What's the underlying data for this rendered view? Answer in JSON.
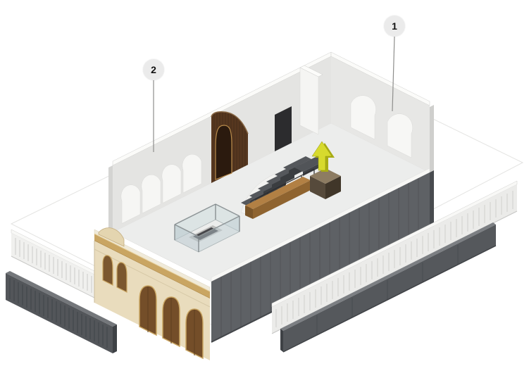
{
  "markers": [
    {
      "label": "1"
    },
    {
      "label": "2"
    }
  ],
  "scene": {
    "arrow_direction": "up"
  },
  "colors": {
    "marker_bg": "#ebebeb",
    "marker_text": "#111111",
    "leader_line": "#8e8e8c",
    "accent_arrow": "#d7da2e",
    "wood_wall": "#56371f",
    "facade_stone": "#e9dcbd",
    "facade_trim": "#c9a562",
    "cladding_dark": "#5e6165",
    "wall_light": "#e4e4e2",
    "floor_light": "#ecedec"
  }
}
